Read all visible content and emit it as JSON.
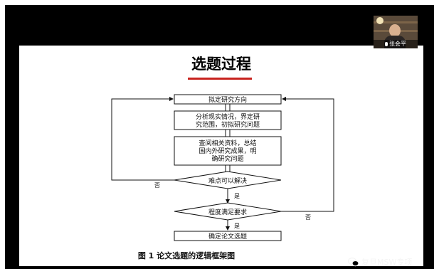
{
  "slide": {
    "title": "选题过程",
    "caption": "图 1  论文选题的逻辑框架图",
    "flowchart": {
      "step1": "拟定研究方向",
      "step2_line1": "分析现实情况，界定研",
      "step2_line2": "究范围，初拟研究问题",
      "step3_line1": "查阅相关资料，总结",
      "step3_line2": "国内外研究成果，明",
      "step3_line3": "确研究问题",
      "decision1": "难点可以解决",
      "decision2": "程度满足要求",
      "step_final": "确定论文选题",
      "yes_label": "是",
      "no_label": "否"
    }
  },
  "video_tile": {
    "participant_name": "张会平"
  },
  "watermark": {
    "text": "复旦MSW专项"
  },
  "colors": {
    "title_underline": "#c8231f",
    "frame_background": "#000000",
    "slide_background": "#ffffff"
  }
}
